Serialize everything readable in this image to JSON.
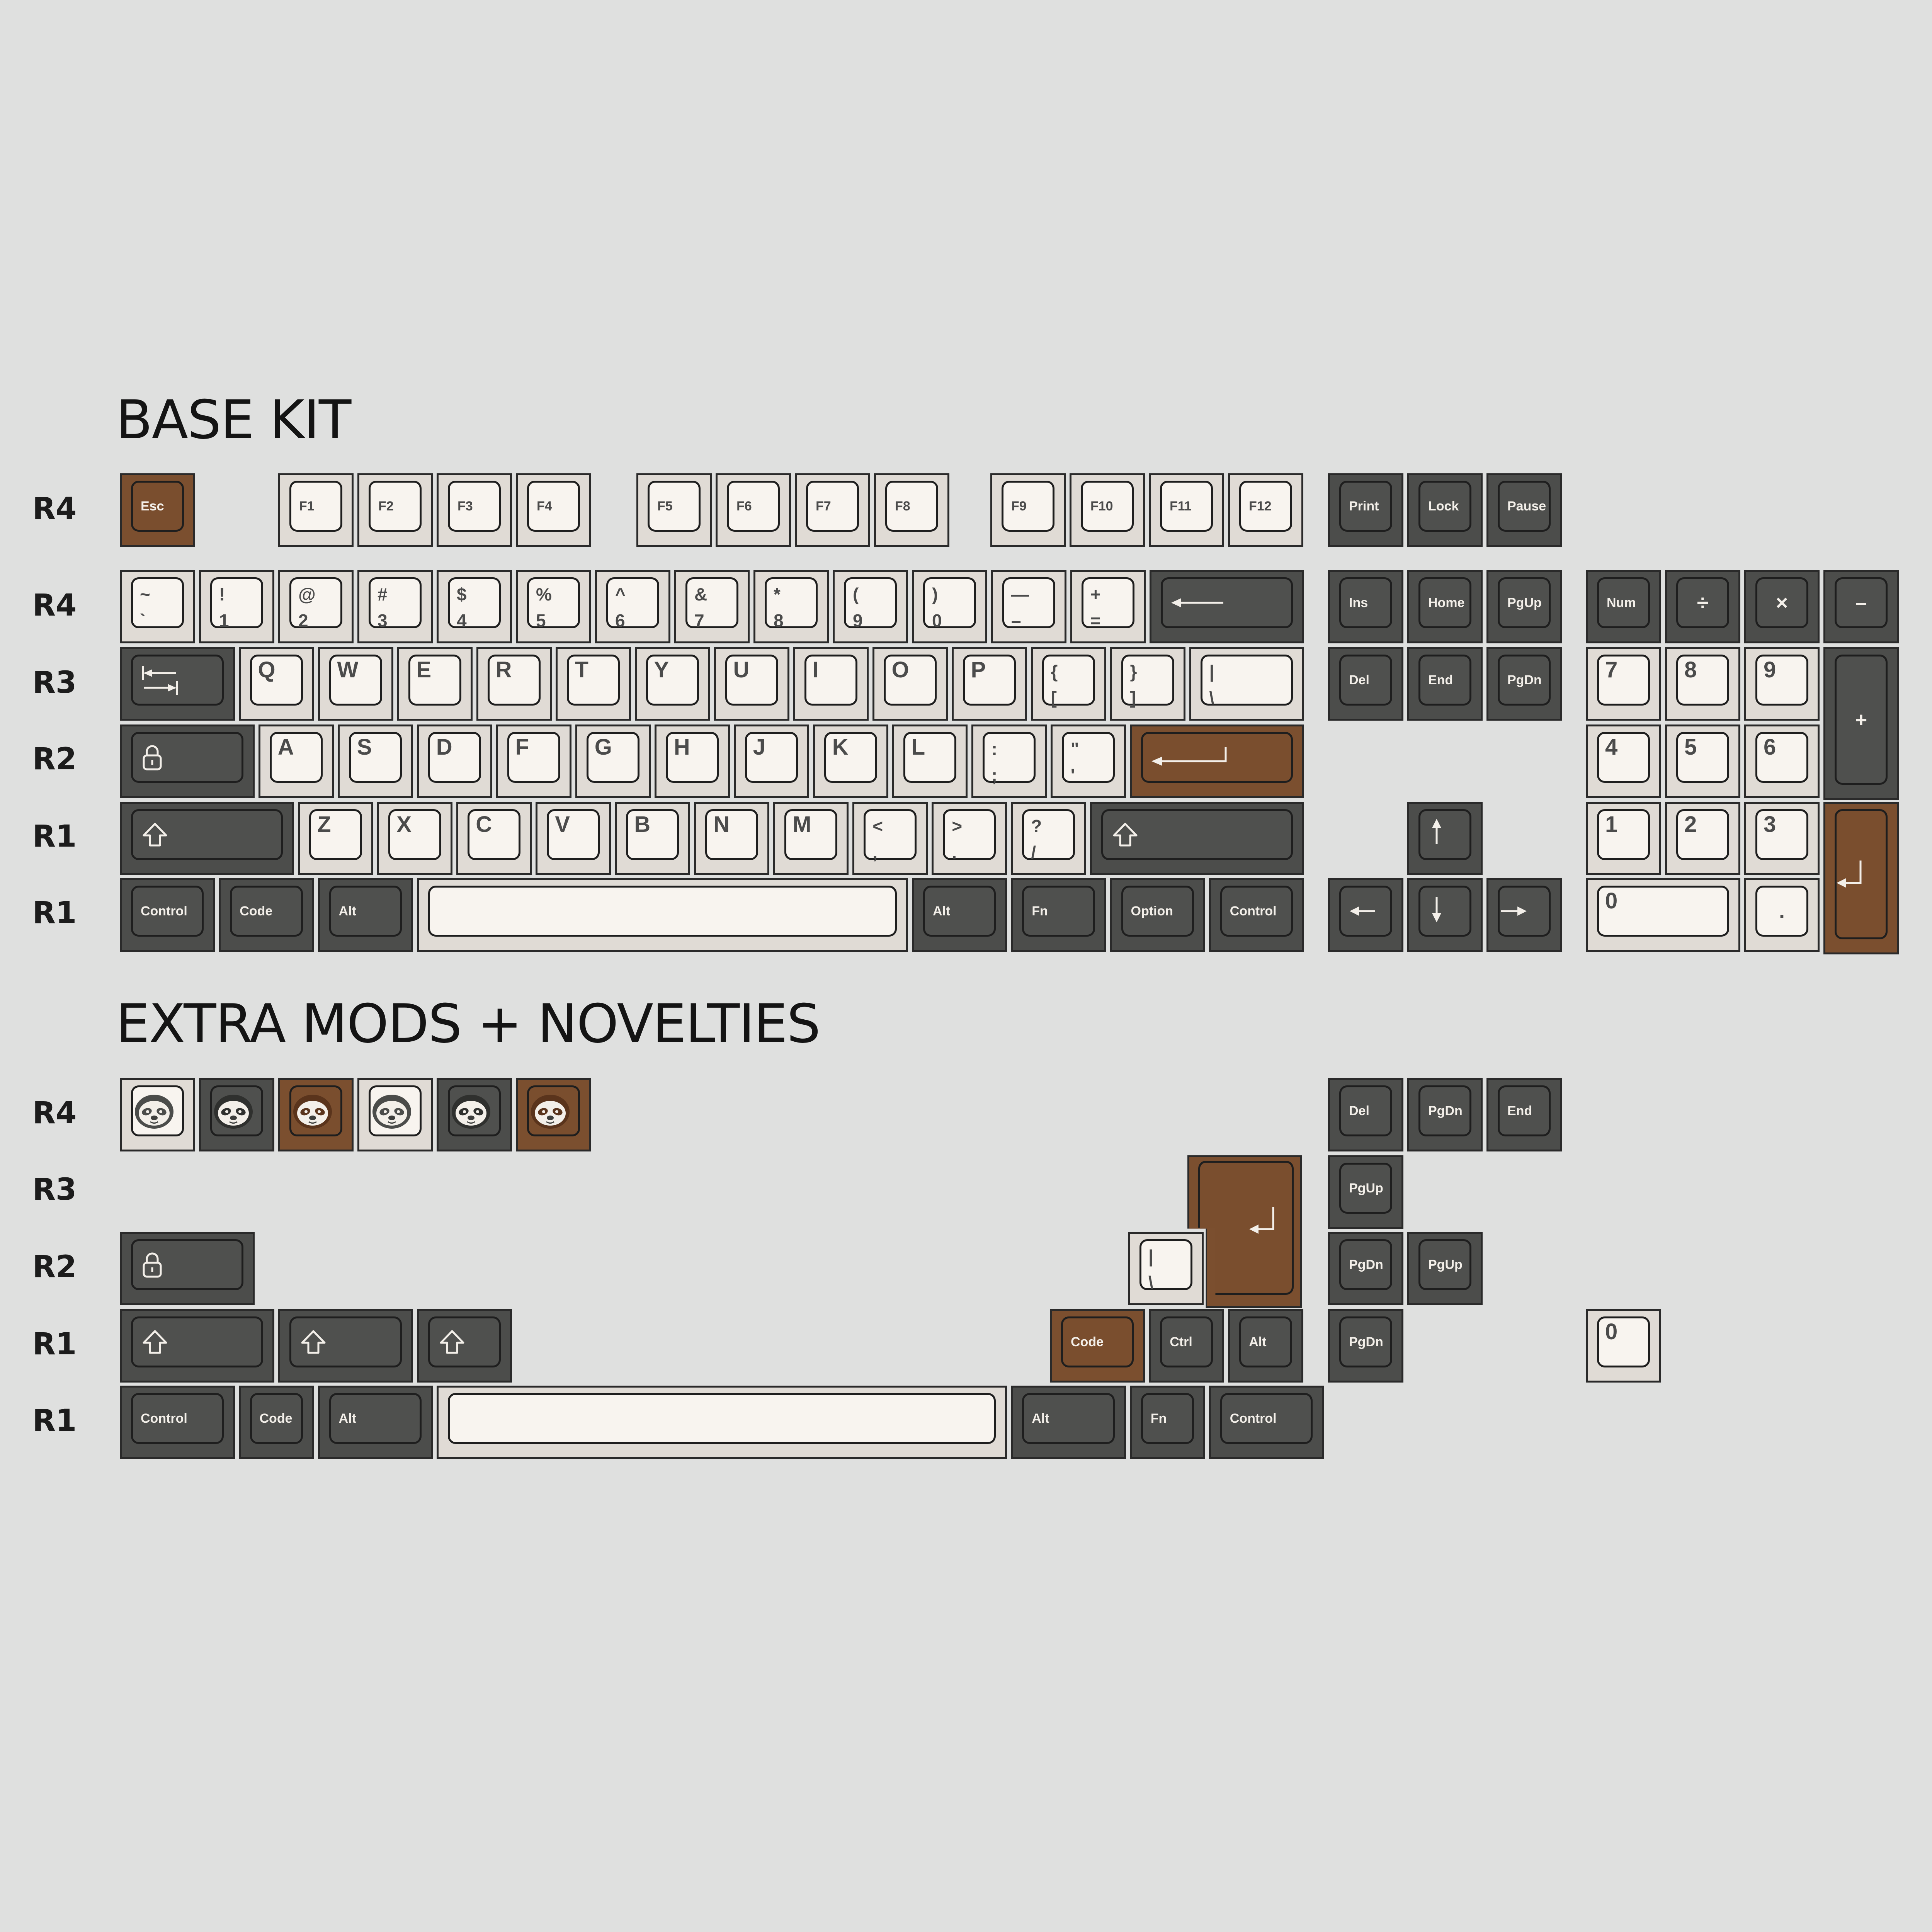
{
  "sections": {
    "base_kit_title": "BASE KIT",
    "extras_title": "EXTRA MODS + NOVELTIES"
  },
  "row_labels": {
    "r4": "R4",
    "r3": "R3",
    "r2": "R2",
    "r1": "R1"
  },
  "colors": {
    "background": "#dfe0df",
    "cream": "#f8f4ef",
    "dark_gray": "#4c4d4b",
    "brown": "#7b4f2f"
  },
  "base_kit": {
    "fn_row": {
      "esc": "Esc",
      "f_keys": [
        "F1",
        "F2",
        "F3",
        "F4",
        "F5",
        "F6",
        "F7",
        "F8",
        "F9",
        "F10",
        "F11",
        "F12"
      ],
      "nav": [
        "Print",
        "Lock",
        "Pause"
      ]
    },
    "number_row": {
      "keys": [
        {
          "top": "~",
          "bottom": "`"
        },
        {
          "top": "!",
          "bottom": "1"
        },
        {
          "top": "@",
          "bottom": "2"
        },
        {
          "top": "#",
          "bottom": "3"
        },
        {
          "top": "$",
          "bottom": "4"
        },
        {
          "top": "%",
          "bottom": "5"
        },
        {
          "top": "^",
          "bottom": "6"
        },
        {
          "top": "&",
          "bottom": "7"
        },
        {
          "top": "*",
          "bottom": "8"
        },
        {
          "top": "(",
          "bottom": "9"
        },
        {
          "top": ")",
          "bottom": "0"
        },
        {
          "top": "—",
          "bottom": "–"
        },
        {
          "top": "+",
          "bottom": "="
        }
      ],
      "backspace_icon": "backspace-arrow-icon",
      "nav": [
        "Ins",
        "Home",
        "PgUp"
      ],
      "numpad": [
        "Num",
        "÷",
        "×",
        "–"
      ]
    },
    "qwerty_row": {
      "tab_icon": "tab-arrows-icon",
      "letters": [
        "Q",
        "W",
        "E",
        "R",
        "T",
        "Y",
        "U",
        "I",
        "O",
        "P"
      ],
      "brackets": [
        {
          "top": "{",
          "bottom": "["
        },
        {
          "top": "}",
          "bottom": "]"
        }
      ],
      "backslash": {
        "top": "|",
        "bottom": "\\"
      },
      "nav": [
        "Del",
        "End",
        "PgDn"
      ],
      "numpad": [
        "7",
        "8",
        "9"
      ],
      "numpad_plus": "+"
    },
    "home_row": {
      "caps_icon": "lock-icon",
      "letters": [
        "A",
        "S",
        "D",
        "F",
        "G",
        "H",
        "J",
        "K",
        "L"
      ],
      "punct": [
        {
          "top": ":",
          "bottom": ";"
        },
        {
          "top": "\"",
          "bottom": "'"
        }
      ],
      "enter_icon": "enter-arrow-icon",
      "numpad": [
        "4",
        "5",
        "6"
      ]
    },
    "shift_row": {
      "shift_icon": "shift-icon",
      "letters": [
        "Z",
        "X",
        "C",
        "V",
        "B",
        "N",
        "M"
      ],
      "punct": [
        {
          "top": "<",
          "bottom": ","
        },
        {
          "top": ">",
          "bottom": "."
        },
        {
          "top": "?",
          "bottom": "/"
        }
      ],
      "up_icon": "arrow-up-icon",
      "numpad": [
        "1",
        "2",
        "3"
      ],
      "numpad_enter_icon": "enter-arrow-icon"
    },
    "bottom_row": {
      "mods": [
        "Control",
        "Code",
        "Alt"
      ],
      "right_mods": [
        "Alt",
        "Fn",
        "Option",
        "Control"
      ],
      "arrows": [
        "arrow-left-icon",
        "arrow-down-icon",
        "arrow-right-icon"
      ],
      "numpad": [
        "0",
        "."
      ]
    }
  },
  "extras": {
    "novelties": [
      {
        "color": "light",
        "icon": "sloth-icon"
      },
      {
        "color": "dark",
        "icon": "sloth-icon"
      },
      {
        "color": "brown",
        "icon": "sloth-icon"
      },
      {
        "color": "light",
        "icon": "sloth-icon"
      },
      {
        "color": "dark",
        "icon": "sloth-icon"
      },
      {
        "color": "brown",
        "icon": "sloth-icon"
      }
    ],
    "nav_r4": [
      "Del",
      "PgDn",
      "End"
    ],
    "nav_r3": [
      "PgUp"
    ],
    "nav_r2": [
      "PgDn",
      "PgUp"
    ],
    "nav_r1": [
      "PgDn"
    ],
    "backslash": {
      "top": "|",
      "bottom": "\\"
    },
    "r1_mods": [
      "Code",
      "Ctrl",
      "Alt"
    ],
    "numpad_zero": "0",
    "bottom_row": {
      "left_mods": [
        "Control",
        "Code",
        "Alt"
      ],
      "right_mods": [
        "Alt",
        "Fn",
        "Control"
      ]
    }
  }
}
